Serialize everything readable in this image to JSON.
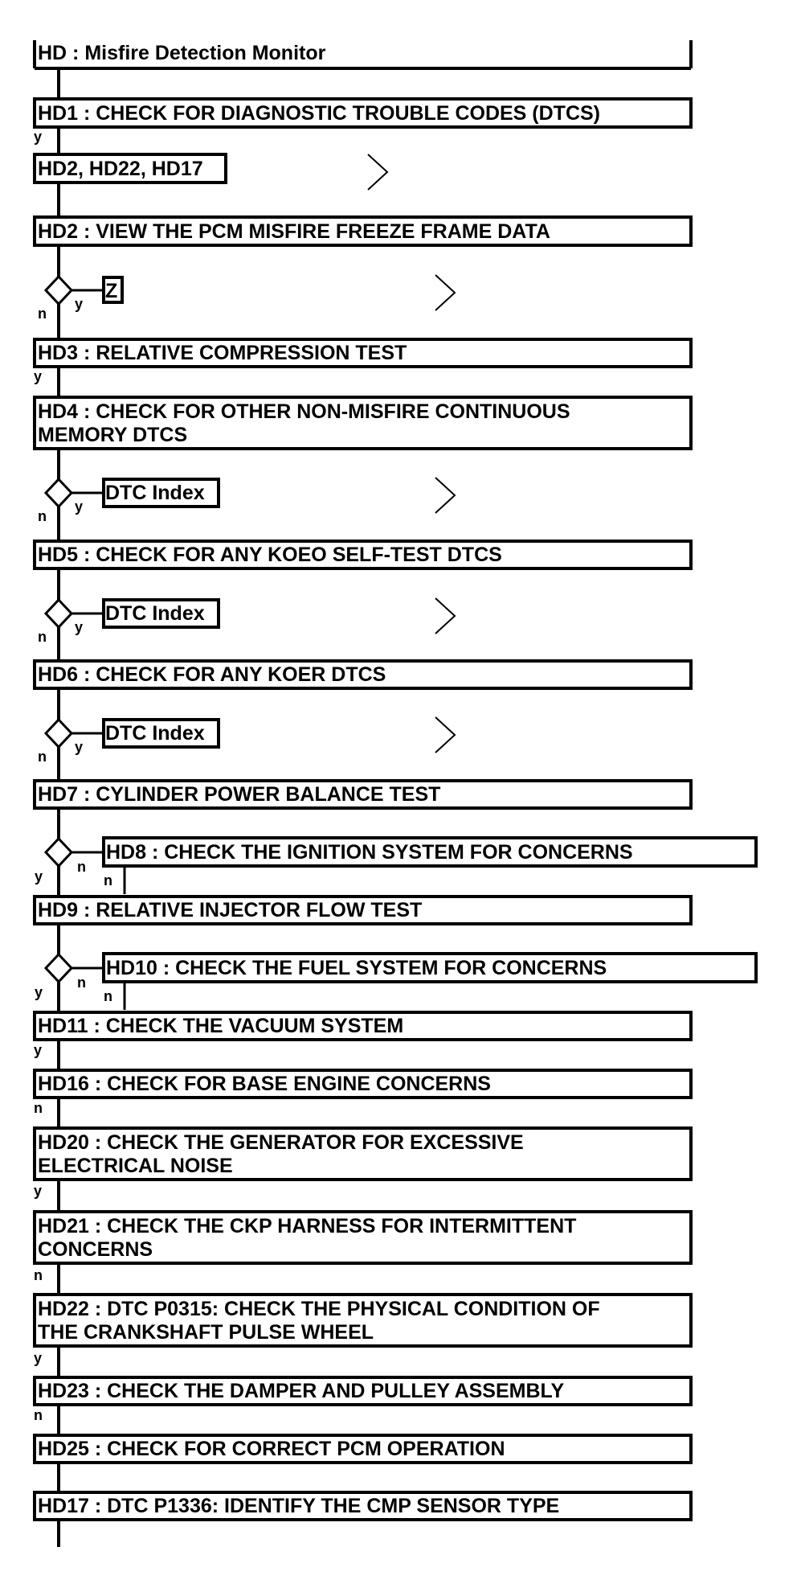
{
  "title": "HD : Misfire Detection Monitor",
  "steps": {
    "hd1": "HD1 : CHECK FOR DIAGNOSTIC TROUBLE CODES (DTCS)",
    "hd1_ref": "HD2, HD22, HD17",
    "hd2": "HD2 : VIEW THE PCM MISFIRE FREEZE FRAME DATA",
    "hd2_ref": "Z",
    "hd3": "HD3 : RELATIVE COMPRESSION TEST",
    "hd4_line1": "HD4 : CHECK FOR OTHER NON-MISFIRE CONTINUOUS",
    "hd4_line2": "MEMORY DTCS",
    "hd4_ref": "DTC Index",
    "hd5": "HD5 : CHECK FOR ANY KOEO SELF-TEST DTCS",
    "hd5_ref": "DTC Index",
    "hd6": "HD6 : CHECK FOR ANY KOER DTCS",
    "hd6_ref": "DTC Index",
    "hd7": "HD7 : CYLINDER POWER BALANCE TEST",
    "hd8": "HD8 : CHECK THE IGNITION SYSTEM FOR CONCERNS",
    "hd9": "HD9 : RELATIVE INJECTOR FLOW TEST",
    "hd10": "HD10 : CHECK THE FUEL SYSTEM FOR CONCERNS",
    "hd11": "HD11 : CHECK THE VACUUM SYSTEM",
    "hd16": "HD16 : CHECK FOR BASE ENGINE CONCERNS",
    "hd20_line1": "HD20 : CHECK THE GENERATOR FOR EXCESSIVE",
    "hd20_line2": "ELECTRICAL NOISE",
    "hd21_line1": "HD21 : CHECK THE CKP HARNESS FOR INTERMITTENT",
    "hd21_line2": "CONCERNS",
    "hd22_line1": "HD22 : DTC P0315: CHECK THE PHYSICAL CONDITION OF",
    "hd22_line2": "THE CRANKSHAFT PULSE WHEEL",
    "hd23": "HD23 : CHECK THE DAMPER AND PULLEY ASSEMBLY",
    "hd25": "HD25 : CHECK FOR CORRECT PCM OPERATION",
    "hd17": "HD17 : DTC P1336: IDENTIFY THE CMP SENSOR TYPE"
  },
  "labels": {
    "yes": "y",
    "no": "n"
  }
}
